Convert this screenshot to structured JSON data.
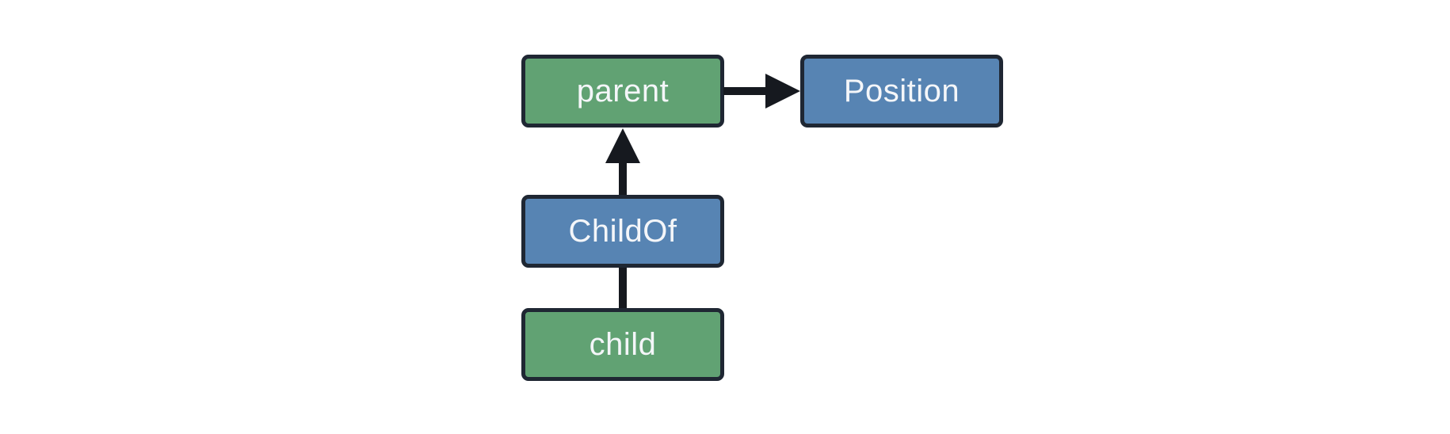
{
  "diagram": {
    "nodes": [
      {
        "id": "parent",
        "label": "parent",
        "fill": "#61a273"
      },
      {
        "id": "Position",
        "label": "Position",
        "fill": "#5784b3"
      },
      {
        "id": "ChildOf",
        "label": "ChildOf",
        "fill": "#5784b3"
      },
      {
        "id": "child",
        "label": "child",
        "fill": "#61a273"
      }
    ],
    "edges": [
      {
        "from": "parent",
        "to": "Position",
        "type": "arrow",
        "direction": "right"
      },
      {
        "from": "ChildOf",
        "to": "parent",
        "type": "arrow",
        "direction": "up"
      },
      {
        "from": "child",
        "to": "ChildOf",
        "type": "line",
        "direction": "up"
      }
    ],
    "colors": {
      "background": "#ffffff",
      "node_border": "#1f2733",
      "entity_fill": "#61a273",
      "component_fill": "#5784b3",
      "edge": "#16191f",
      "label_text": "#f4f6f9"
    }
  }
}
